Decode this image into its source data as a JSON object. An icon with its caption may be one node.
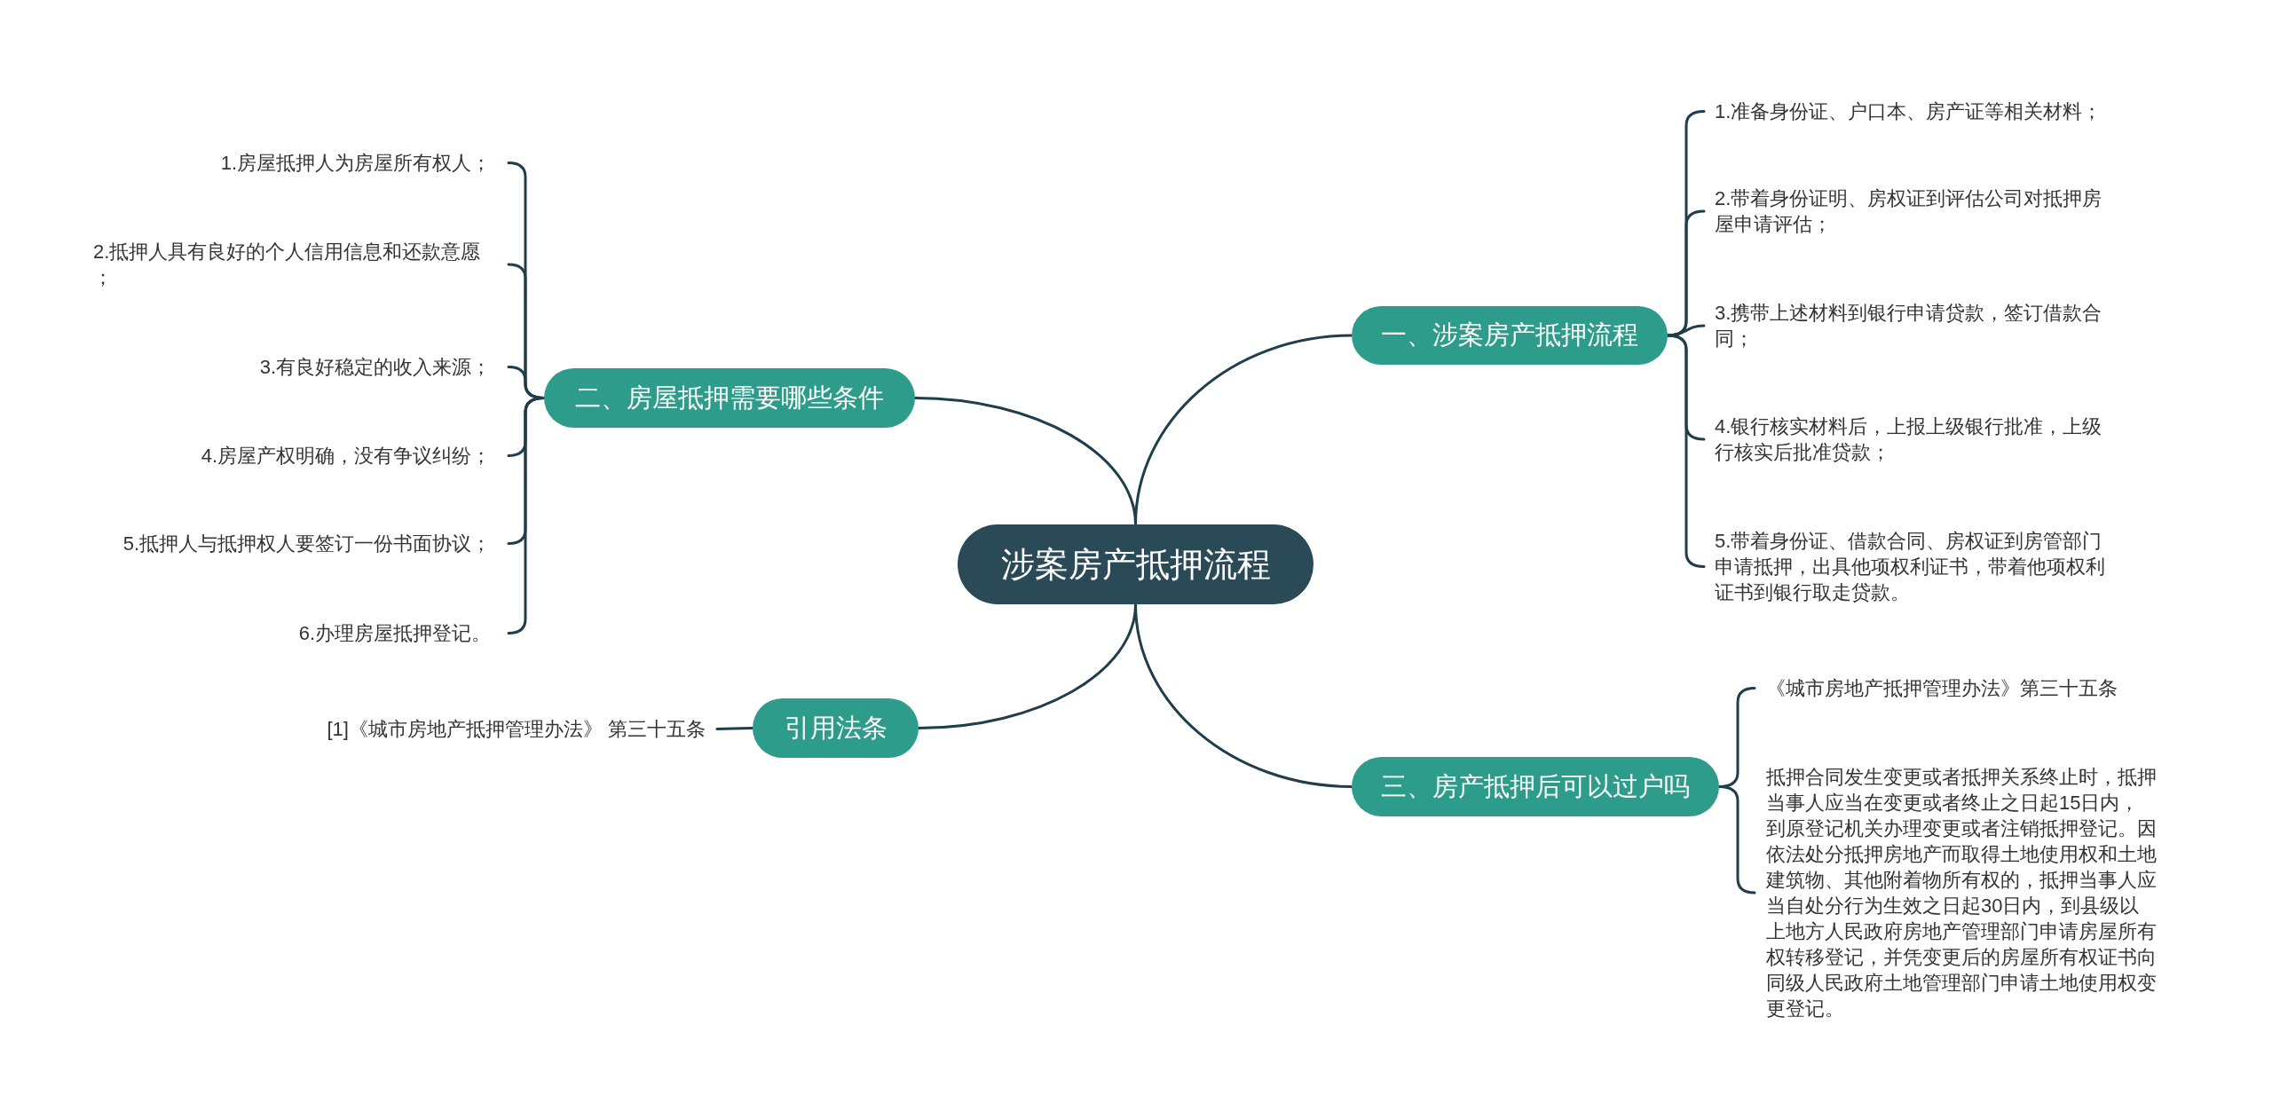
{
  "diagram": {
    "nodes": [
      {
        "text": [
          "涉案房产抵押流程"
        ]
      },
      {
        "text": [
          "一、涉案房产抵押流程"
        ]
      },
      {
        "text": [
          "1.准备身份证、户口本、房产证等相关材料；"
        ]
      },
      {
        "text": [
          "2.带着身份证明、房权证到评估公司对抵押房屋申请评估；"
        ]
      },
      {
        "text": [
          "3.携带上述材料到银行申请贷款，签订借款合同；"
        ]
      },
      {
        "text": [
          "4.银行核实材料后，上报上级银行批准，上级行核实后批准贷款；"
        ]
      },
      {
        "text": [
          "5.带着身份证、借款合同、房权证到房管部门申请抵押，出具他项权利证书，带着他项权利证书到银行取走贷款。"
        ]
      },
      {
        "text": [
          "三、房产抵押后可以过户吗"
        ]
      },
      {
        "text": [
          "《城市房地产抵押管理办法》第三十五条"
        ]
      },
      {
        "text": [
          "抵押合同发生变更或者抵押关系终止时，抵押当事人应当在变更或者终止之日起15日内，到原登记机关办理变更或者注销抵押登记。因依法处分抵押房地产而取得土地使用权和土地建筑物、其他附着物所有权的，抵押当事人应当自处分行为生效之日起30日内，到县级以上地方人民政府房地产管理部门申请房屋所有权转移登记，并凭变更后的房屋所有权证书向同级人民政府土地管理部门申请土地使用权变更登记。"
        ]
      },
      {
        "text": [
          "引用法条"
        ]
      },
      {
        "text": [
          "[1]《城市房地产抵押管理办法》 第三十五条"
        ]
      },
      {
        "text": [
          "二、房屋抵押需要哪些条件"
        ]
      },
      {
        "text": [
          "1.房屋抵押人为房屋所有权人；"
        ]
      },
      {
        "text": [
          "2.抵押人具有良好的个人信用信息和还款意愿；"
        ]
      },
      {
        "text": [
          "3.有良好稳定的收入来源；"
        ]
      },
      {
        "text": [
          "4.房屋产权明确，没有争议纠纷；"
        ]
      },
      {
        "text": [
          "5.抵押人与抵押权人要签订一份书面协议；"
        ]
      },
      {
        "text": [
          "6.办理房屋抵押登记。"
        ]
      }
    ],
    "edges": [
      {
        "from": 0,
        "to": 1,
        "arrow": "none"
      },
      {
        "from": 1,
        "to": 2,
        "arrow": "none"
      },
      {
        "from": 1,
        "to": 3,
        "arrow": "none"
      },
      {
        "from": 1,
        "to": 4,
        "arrow": "none"
      },
      {
        "from": 1,
        "to": 5,
        "arrow": "none"
      },
      {
        "from": 1,
        "to": 6,
        "arrow": "none"
      },
      {
        "from": 0,
        "to": 7,
        "arrow": "none"
      },
      {
        "from": 7,
        "to": 8,
        "arrow": "none"
      },
      {
        "from": 7,
        "to": 9,
        "arrow": "none"
      },
      {
        "from": 0,
        "to": 10,
        "arrow": "none"
      },
      {
        "from": 10,
        "to": 11,
        "arrow": "none"
      },
      {
        "from": 0,
        "to": 12,
        "arrow": "none"
      },
      {
        "from": 12,
        "to": 13,
        "arrow": "none"
      },
      {
        "from": 12,
        "to": 14,
        "arrow": "none"
      },
      {
        "from": 12,
        "to": 15,
        "arrow": "none"
      },
      {
        "from": 12,
        "to": 16,
        "arrow": "none"
      },
      {
        "from": 12,
        "to": 17,
        "arrow": "none"
      },
      {
        "from": 12,
        "to": 18,
        "arrow": "none"
      }
    ]
  }
}
